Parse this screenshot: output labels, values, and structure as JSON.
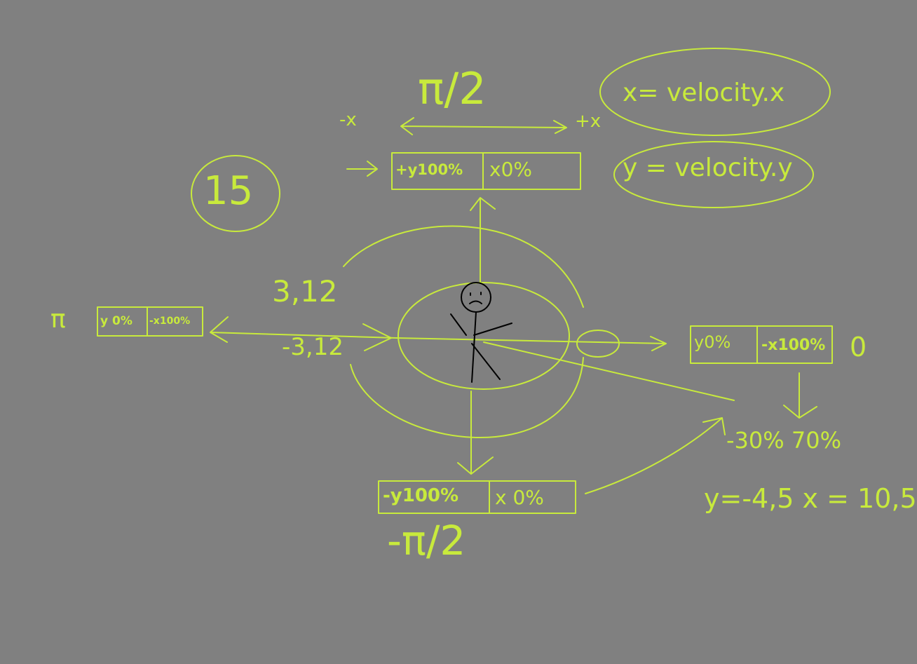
{
  "diagram": {
    "top_angle": "π/2",
    "bottom_angle": "-π/2",
    "left_angle": "π",
    "right_angle": "0",
    "neg_x": "-x",
    "pos_x": "+x",
    "counter": "15",
    "formula_x": "x= velocity.x",
    "formula_y": "y = velocity.y",
    "top_box": {
      "left": "+y100%",
      "right": "x0%"
    },
    "left_box": {
      "left": "y 0%",
      "right": "-x100%"
    },
    "right_box": {
      "left": "y0%",
      "right": "-x100%"
    },
    "bottom_box": {
      "left": "-y100%",
      "right": "x 0%"
    },
    "angle_upper": "3,12",
    "angle_lower": "-3,12",
    "percent_note": "-30% 70%",
    "values_note": "y=-4,5  x = 10,5",
    "line_color": "#c8ea3c",
    "figure_color": "#000000",
    "background_color": "#808080"
  }
}
